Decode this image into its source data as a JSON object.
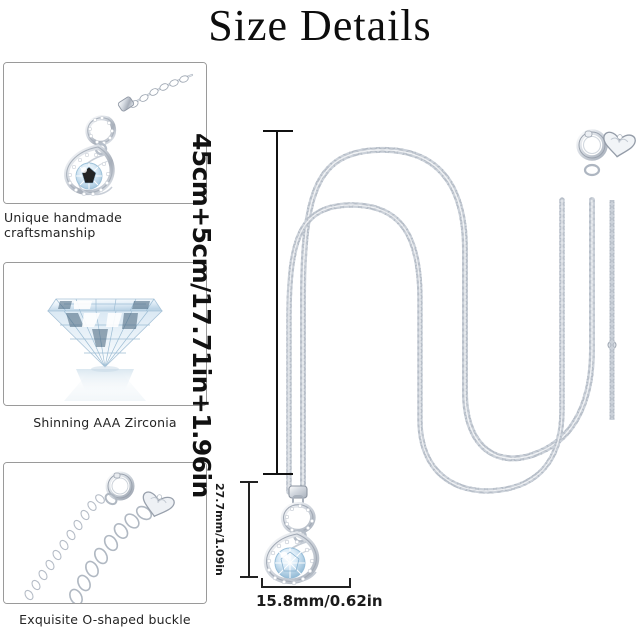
{
  "page": {
    "title": "Size Details",
    "background_color": "#ffffff",
    "product": "infinity teardrop zirconia pendant necklace"
  },
  "thumbnails": [
    {
      "id": "thumb-craftsmanship",
      "caption": "Unique handmade craftsmanship",
      "image_name": "pendant-on-chain-photo",
      "depicts": "infinity teardrop pendant with pave stones hanging from a fine cable chain"
    },
    {
      "id": "thumb-zirconia",
      "caption": "Shinning AAA Zirconia",
      "image_name": "brilliant-cut-diamond-photo",
      "depicts": "round brilliant cut clear gemstone side view with mirror reflection"
    },
    {
      "id": "thumb-buckle",
      "caption": "Exquisite O-shaped buckle",
      "image_name": "spring-ring-clasp-photo",
      "depicts": "spring ring clasp and heart shaped extender charm on two chain ends"
    }
  ],
  "dimensions": {
    "chain_length": "45cm+5cm/17.71in+1.96in",
    "pendant_height": "27.7mm/1.09in",
    "pendant_width": "15.8mm/0.62in"
  },
  "colors": {
    "metal_light": "#f2f4f7",
    "metal_mid": "#c3c9d2",
    "metal_dark": "#8e96a3",
    "gem_blue": "#cfe3f2",
    "gem_shadow": "#7fa7c4",
    "line": "#111111",
    "border": "#9a9a9a",
    "text": "#1a1a1a"
  }
}
